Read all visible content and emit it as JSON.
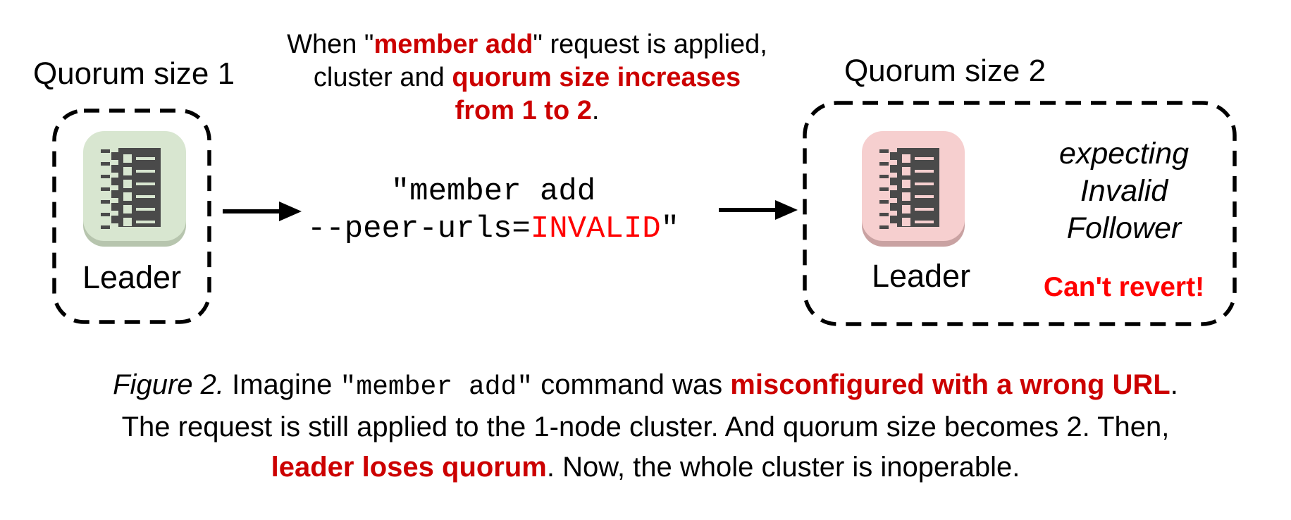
{
  "colors": {
    "red_emphasis": "#cc0000",
    "red_alert": "#ff0000",
    "healthy_node_bg": "#d8e6d0",
    "healthy_node_shadow": "#b7c5ae",
    "broken_node_bg": "#f6cfcf",
    "broken_node_shadow": "#c9a2a2",
    "server_glyph": "#4a4a4a"
  },
  "left_cluster": {
    "title": "Quorum size 1",
    "node_label": "Leader"
  },
  "note": {
    "l1_pre": "When \"",
    "l1_red": "member add",
    "l1_post": "\" request is applied,",
    "l2_pre": "cluster and ",
    "l2_red": "quorum size increases",
    "l3_red": "from 1 to 2",
    "l3_post": "."
  },
  "command": {
    "l1": "\"member add",
    "l2_pre": "--peer-urls=",
    "l2_red": "INVALID",
    "l2_post": "\""
  },
  "right_cluster": {
    "title": "Quorum size 2",
    "node_label": "Leader",
    "expecting": [
      "expecting",
      "Invalid",
      "Follower"
    ],
    "warning": "Can't revert!"
  },
  "caption": {
    "figure_label": "Figure 2.",
    "l1_a": " Imagine ",
    "l1_mono": "\"member add\"",
    "l1_b": " command was ",
    "l1_red": "misconfigured with a wrong URL",
    "l1_end": ".",
    "l2": "The request is still applied to the 1-node cluster. And quorum size becomes 2. Then,",
    "l3_red": "leader loses quorum",
    "l3_end": ". Now, the whole cluster is inoperable."
  }
}
